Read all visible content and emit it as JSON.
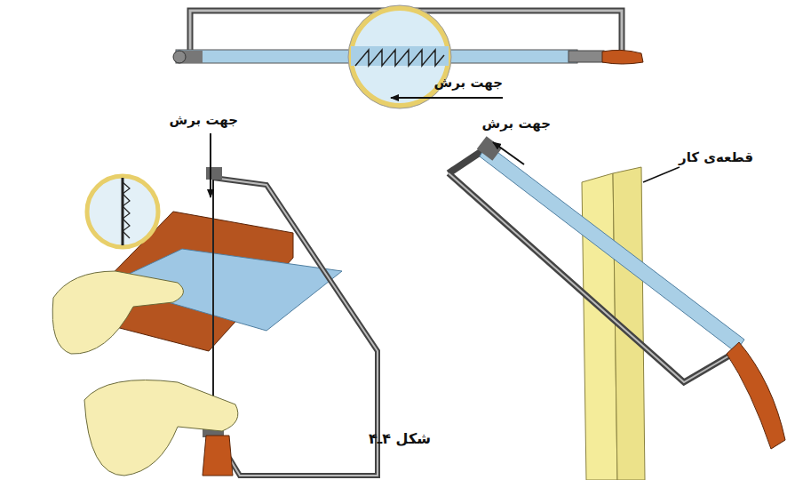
{
  "diagram": {
    "caption": "شکل ۴ـ۴",
    "labels": [
      "جهت برش",
      "جهت برش",
      "جهت برش",
      "قطعه‌ی کار"
    ]
  }
}
